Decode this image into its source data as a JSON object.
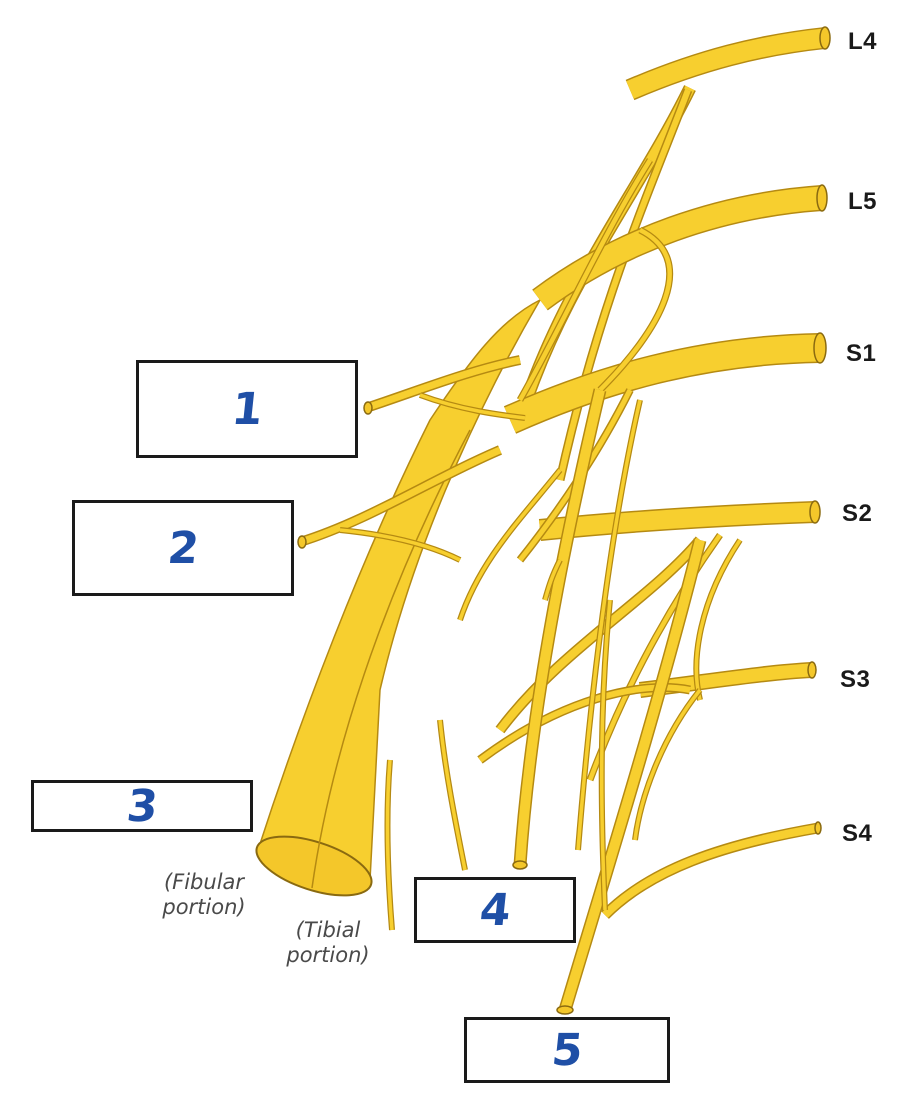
{
  "colors": {
    "nerve_fill": "#f7cf2f",
    "nerve_outline": "#b58a12",
    "box_border": "#1a1a1a",
    "number_color": "#1f4fa6",
    "label_color": "#1a1a1a",
    "portion_color": "#4a4a4a"
  },
  "roots": {
    "l4": "L4",
    "l5": "L5",
    "s1": "S1",
    "s2": "S2",
    "s3": "S3",
    "s4": "S4"
  },
  "answer_boxes": {
    "box1": "1",
    "box2": "2",
    "box3": "3",
    "box4": "4",
    "box5": "5"
  },
  "portions": {
    "fibular_line1": "(Fibular",
    "fibular_line2": "portion)",
    "tibial_line1": "(Tibial",
    "tibial_line2": "portion)"
  }
}
